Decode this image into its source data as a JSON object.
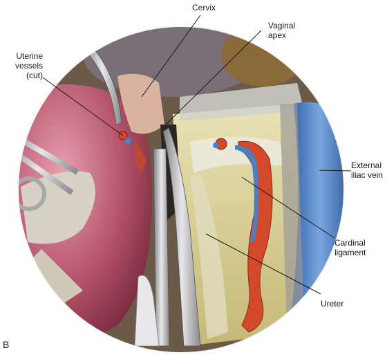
{
  "figure": {
    "panel_letter": "B",
    "labels": {
      "cervix": [
        "Cervix"
      ],
      "vaginal_apex": [
        "Vaginal",
        "apex"
      ],
      "uterine_vessels": [
        "Uterine",
        "vessels",
        "(cut)"
      ],
      "external_iliac_vein": [
        "External",
        "iliac vein"
      ],
      "cardinal_ligament": [
        "Cardinal",
        "ligament"
      ],
      "ureter": [
        "Ureter"
      ]
    }
  },
  "colors": {
    "uterus": "#b5536a",
    "ureter": "#d24a2a",
    "iliac_vein": "#4a7fc4",
    "fat": "#d8cf8e"
  }
}
